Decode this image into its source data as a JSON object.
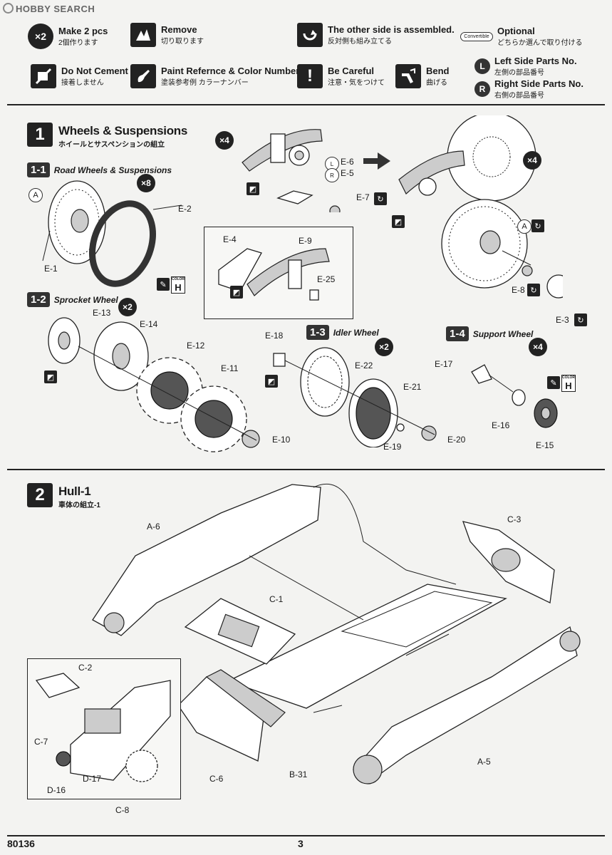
{
  "watermark": "HOBBY SEARCH",
  "legend": {
    "make2": {
      "badge": "×2",
      "en": "Make 2 pcs",
      "jp": "2個作ります"
    },
    "remove": {
      "en": "Remove",
      "jp": "切り取ります"
    },
    "other_side": {
      "en": "The other side is assembled.",
      "jp": "反対側も組み立てる"
    },
    "optional": {
      "badge": "Convertible",
      "en": "Optional",
      "jp": "どちらか選んで取り付ける"
    },
    "no_cement": {
      "en": "Do Not Cement",
      "jp": "接着しません"
    },
    "paint": {
      "en": "Paint Refernce & Color Number",
      "jp": "塗装参考例 カラーナンバー"
    },
    "careful": {
      "badge": "!",
      "en": "Be Careful",
      "jp": "注意・気をつけて"
    },
    "bend": {
      "en": "Bend",
      "jp": "曲げる"
    },
    "left": {
      "badge": "L",
      "en": "Left Side Parts No.",
      "jp": "左側の部品番号"
    },
    "right": {
      "badge": "R",
      "en": "Right Side Parts No.",
      "jp": "右側の部品番号"
    }
  },
  "step1": {
    "num": "1",
    "title": "Wheels & Suspensions",
    "subtitle": "ホイールとサスペンションの組立",
    "s11": {
      "num": "1-1",
      "title": "Road Wheels & Suspensions",
      "mult": "×8",
      "tag": "A",
      "parts": [
        "E-1",
        "E-2"
      ],
      "color": "H",
      "color_tag": "COLOR"
    },
    "s12": {
      "num": "1-2",
      "title": "Sprocket Wheel",
      "mult": "×2",
      "parts": [
        "E-13",
        "E-14",
        "E-12",
        "E-11",
        "E-10"
      ]
    },
    "s13": {
      "num": "1-3",
      "title": "Idler Wheel",
      "mult": "×2",
      "parts": [
        "E-18",
        "E-22",
        "E-21",
        "E-19",
        "E-20"
      ]
    },
    "s14": {
      "num": "1-4",
      "title": "Support Wheel",
      "mult": "×4",
      "parts": [
        "E-17",
        "E-16",
        "E-15"
      ],
      "color": "H",
      "color_tag": "COLOR"
    },
    "susp": {
      "mult": "×4",
      "left_tag": "L",
      "right_tag": "R",
      "parts": [
        "E-6",
        "E-5",
        "E-7"
      ],
      "inset": [
        "E-4",
        "E-9",
        "E-25"
      ],
      "mult2": "×4",
      "tag": "A",
      "parts2": [
        "E-8",
        "E-3"
      ]
    }
  },
  "step2": {
    "num": "2",
    "title": "Hull-1",
    "subtitle": "車体の組立-1",
    "parts": [
      "A-6",
      "C-3",
      "C-1",
      "C-2",
      "C-7",
      "D-16",
      "D-17",
      "C-8",
      "C-6",
      "B-31",
      "A-5"
    ]
  },
  "footer": {
    "code": "80136",
    "page": "3"
  }
}
